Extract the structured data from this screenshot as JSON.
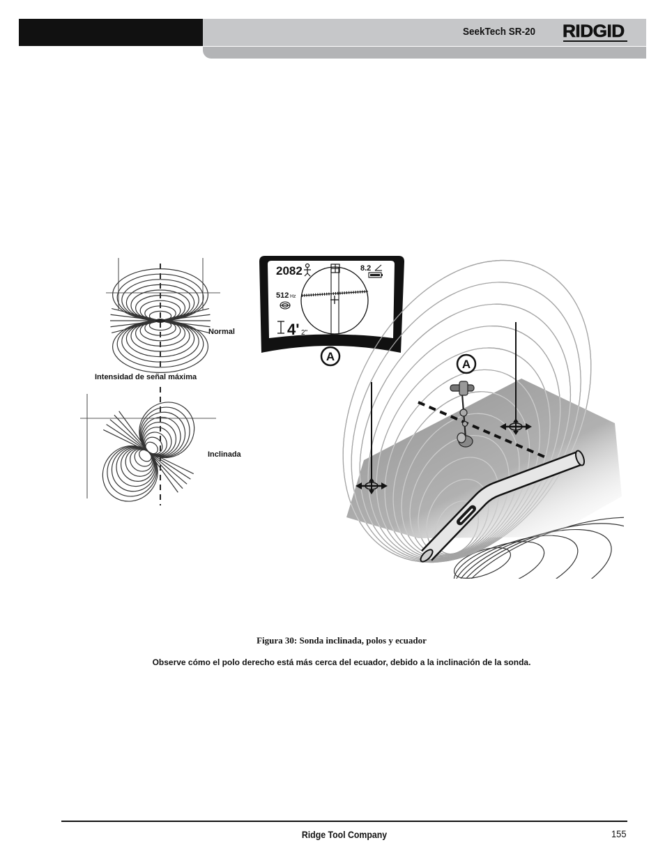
{
  "header": {
    "product": "SeekTech SR-20",
    "logo": "RIDGID"
  },
  "figure": {
    "labels": {
      "normal": "Normal",
      "max_signal": "Intensidad de señal máxima",
      "tilted": "Inclinada"
    },
    "display": {
      "signal": "2082",
      "angle": "8.2",
      "frequency": "512",
      "frequency_unit": "Hz",
      "depth_feet": "4'",
      "depth_inches": "2\""
    },
    "callouts": [
      "A",
      "A"
    ],
    "caption": "Figura 30: Sonda inclinada, polos y ecuador",
    "note": "Observe cómo el polo derecho está más cerca del ecuador, debido a la inclinación de la sonda."
  },
  "footer": {
    "company": "Ridge Tool Company",
    "page": "155"
  },
  "colors": {
    "header_black": "#111111",
    "header_gray": "#c6c7c9",
    "header_strip": "#b3b4b6",
    "plane_gray": "#8e8e8e"
  }
}
